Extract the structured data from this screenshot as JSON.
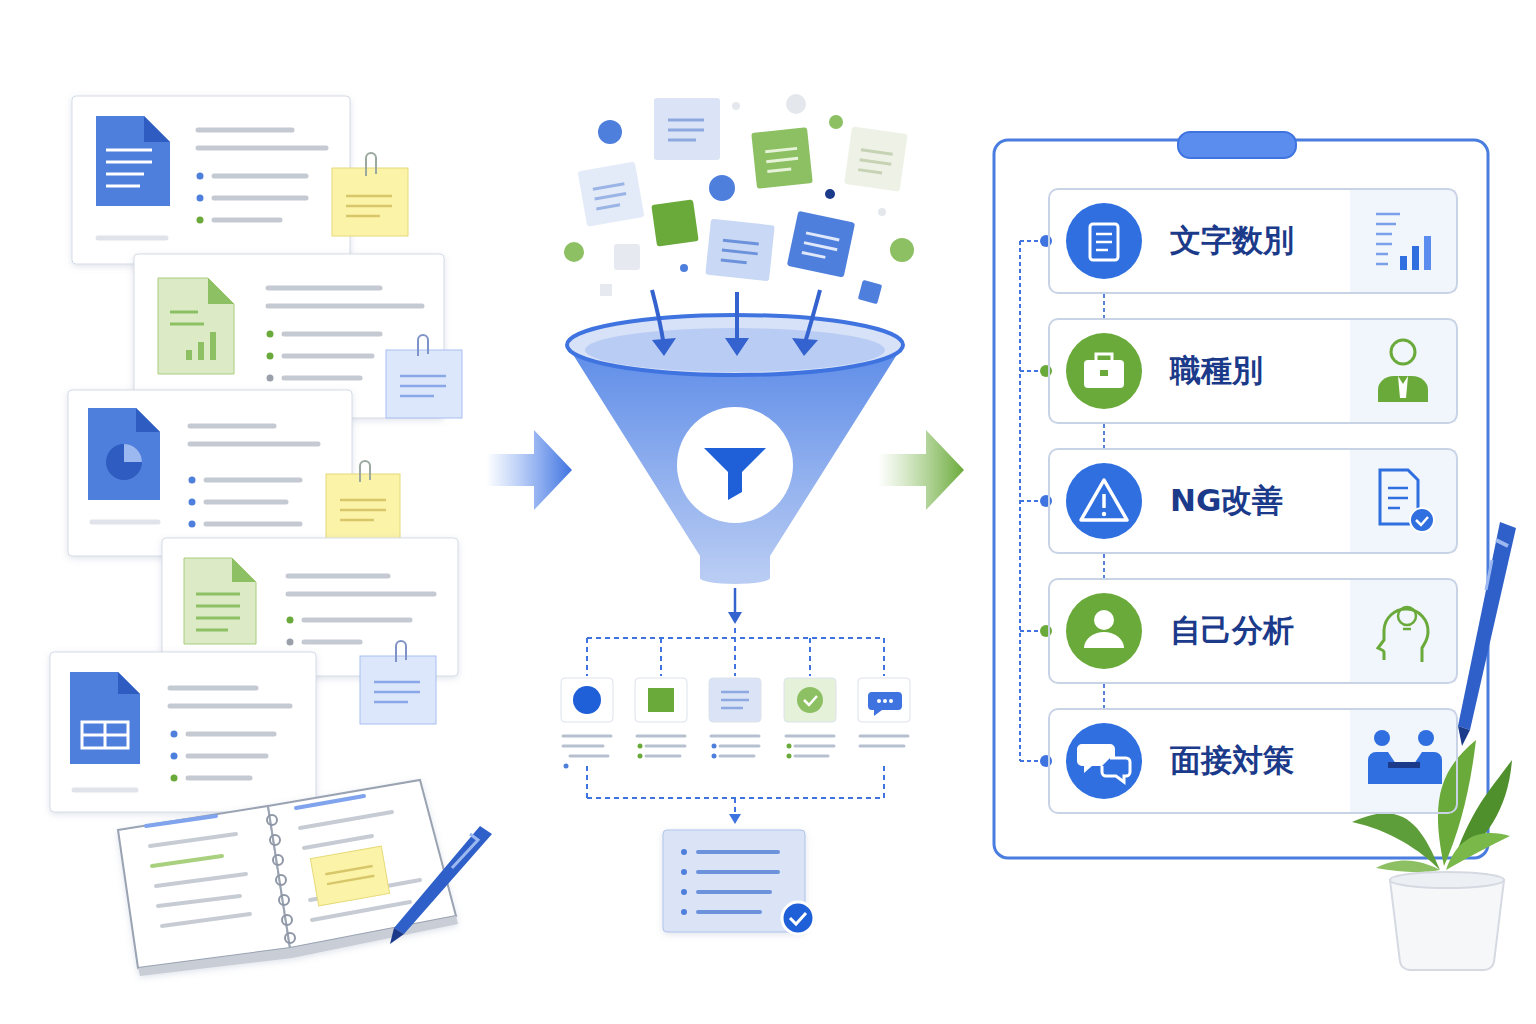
{
  "diagram": {
    "nodes": [
      {
        "text": [
          "文字数別"
        ]
      },
      {
        "text": [
          "職種別"
        ]
      },
      {
        "text": [
          "NG改善"
        ]
      },
      {
        "text": [
          "自己分析"
        ]
      },
      {
        "text": [
          "面接対策"
        ]
      }
    ],
    "edges": [
      {
        "from": 0,
        "to": 1,
        "arrow": "none"
      },
      {
        "from": 1,
        "to": 2,
        "arrow": "none"
      },
      {
        "from": 2,
        "to": 3,
        "arrow": "none"
      },
      {
        "from": 3,
        "to": 4,
        "arrow": "none"
      }
    ]
  }
}
